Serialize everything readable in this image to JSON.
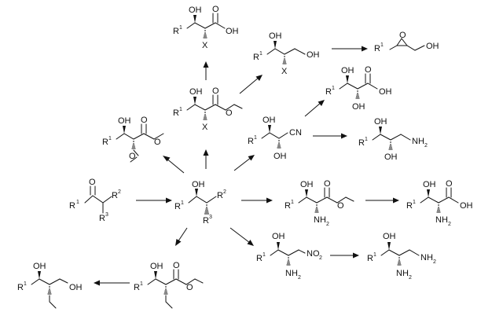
{
  "scheme": {
    "molecules": [
      {
        "id": "aldol-ketone",
        "labels": [
          "O",
          "R",
          "1",
          "R",
          "2",
          "R",
          "3"
        ]
      },
      {
        "id": "central-aldol",
        "labels": [
          "OH",
          "R",
          "1",
          "R",
          "2",
          "R",
          "3"
        ]
      },
      {
        "id": "alpha-methoxy-ester",
        "labels": [
          "OH",
          "R",
          "1",
          "O",
          "O"
        ]
      },
      {
        "id": "alpha-x-ester",
        "labels": [
          "OH",
          "R",
          "1",
          "O",
          "O",
          "X"
        ]
      },
      {
        "id": "alpha-x-acid",
        "labels": [
          "OH",
          "R",
          "1",
          "O",
          "OH",
          "X"
        ]
      },
      {
        "id": "halohydrin-alcohol",
        "labels": [
          "OH",
          "R",
          "1",
          "OH",
          "X"
        ]
      },
      {
        "id": "epoxy-alcohol",
        "labels": [
          "R",
          "1",
          "O",
          "OH"
        ]
      },
      {
        "id": "dihydroxy-nitrile",
        "labels": [
          "OH",
          "R",
          "1",
          "CN",
          "OH"
        ]
      },
      {
        "id": "dihydroxy-acid",
        "labels": [
          "OH",
          "R",
          "1",
          "O",
          "OH",
          "OH"
        ]
      },
      {
        "id": "amino-diol",
        "labels": [
          "OH",
          "R",
          "1",
          "NH",
          "2",
          "OH"
        ]
      },
      {
        "id": "amino-ester",
        "labels": [
          "OH",
          "R",
          "1",
          "O",
          "O",
          "NH",
          "2"
        ]
      },
      {
        "id": "amino-acid",
        "labels": [
          "OH",
          "R",
          "1",
          "O",
          "OH",
          "NH",
          "2"
        ]
      },
      {
        "id": "nitro-amine",
        "labels": [
          "OH",
          "R",
          "1",
          "NO",
          "2",
          "NH",
          "2"
        ]
      },
      {
        "id": "diamine",
        "labels": [
          "OH",
          "R",
          "1",
          "NH",
          "2",
          "NH",
          "2"
        ]
      },
      {
        "id": "ethyl-ester",
        "labels": [
          "OH",
          "R",
          "1",
          "O",
          "O"
        ]
      },
      {
        "id": "ethyl-diol",
        "labels": [
          "OH",
          "R",
          "1",
          "OH"
        ]
      }
    ],
    "arrow_count": 15
  }
}
